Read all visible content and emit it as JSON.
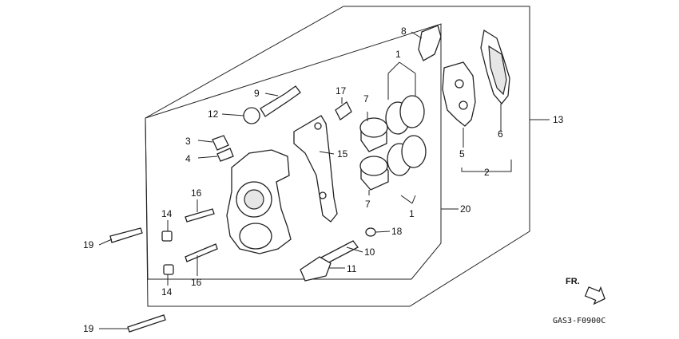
{
  "diagram": {
    "code": "GAS3-F0900C",
    "direction_label": "FR.",
    "callouts": {
      "c1a": "1",
      "c1b": "1",
      "c2": "2",
      "c3": "3",
      "c4": "4",
      "c5": "5",
      "c6": "6",
      "c7a": "7",
      "c7b": "7",
      "c8": "8",
      "c9": "9",
      "c10": "10",
      "c11": "11",
      "c12": "12",
      "c13": "13",
      "c14a": "14",
      "c14b": "14",
      "c15": "15",
      "c16a": "16",
      "c16b": "16",
      "c17": "17",
      "c18": "18",
      "c19a": "19",
      "c19b": "19",
      "c20": "20"
    }
  }
}
